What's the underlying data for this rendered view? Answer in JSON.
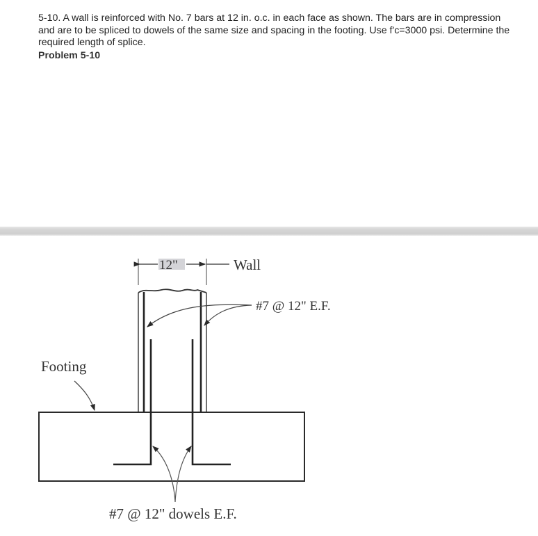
{
  "problem": {
    "text": "5-10. A wall is reinforced with No. 7 bars at 12 in. o.c. in each face as shown. The bars are in compression and are to be spliced to dowels of the same size and spacing in the footing. Use f'c=3000 psi. Determine the required length of splice.",
    "label": "Problem 5-10"
  },
  "figure": {
    "dimension_label": "12\"",
    "wall_label": "Wall",
    "bars_label": "#7 @ 12\" E.F.",
    "footing_label": "Footing",
    "dowels_label": "#7 @ 12\" dowels E.F.",
    "line_color": "#2a2a2a",
    "highlight_color": "#d4d4d8"
  }
}
